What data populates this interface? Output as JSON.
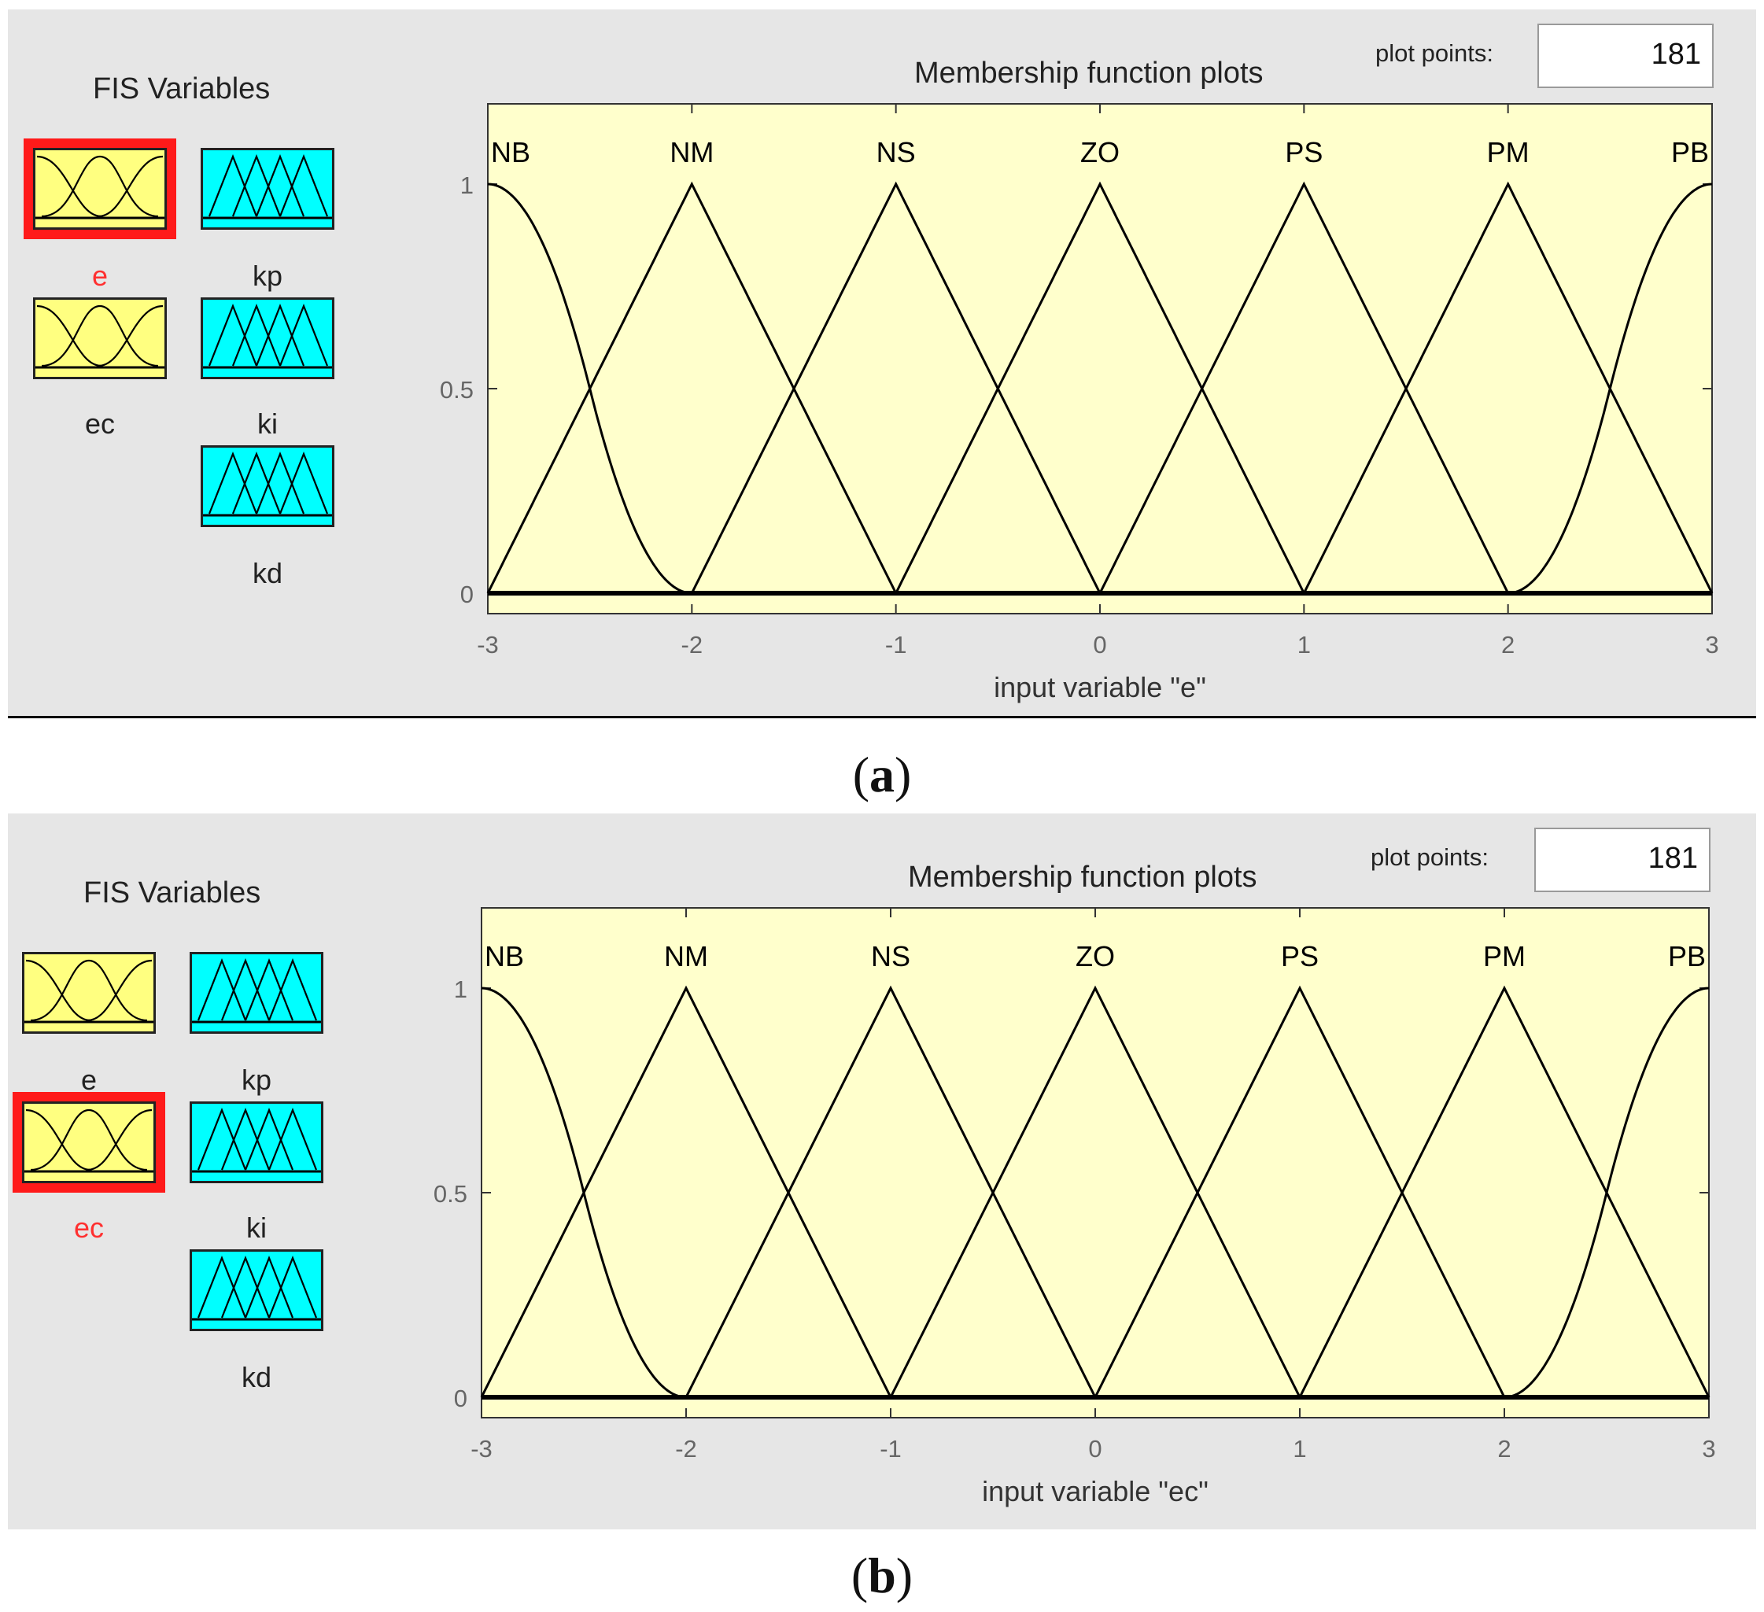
{
  "panels": [
    {
      "id": "a",
      "caption_open": "(",
      "caption_letter": "a",
      "caption_close": ")",
      "fis_title": "FIS Variables",
      "selected_variable": "e",
      "variables": [
        {
          "name": "e",
          "kind": "input"
        },
        {
          "name": "ec",
          "kind": "input"
        },
        {
          "name": "kp",
          "kind": "output"
        },
        {
          "name": "ki",
          "kind": "output"
        },
        {
          "name": "kd",
          "kind": "output"
        }
      ],
      "plot_points_label": "plot points:",
      "plot_points_value": "181",
      "plot_title": "Membership function plots"
    },
    {
      "id": "b",
      "caption_open": "(",
      "caption_letter": "b",
      "caption_close": ")",
      "fis_title": "FIS Variables",
      "selected_variable": "ec",
      "variables": [
        {
          "name": "e",
          "kind": "input"
        },
        {
          "name": "ec",
          "kind": "input"
        },
        {
          "name": "kp",
          "kind": "output"
        },
        {
          "name": "ki",
          "kind": "output"
        },
        {
          "name": "kd",
          "kind": "output"
        }
      ],
      "plot_points_label": "plot points:",
      "plot_points_value": "181",
      "plot_title": "Membership function plots"
    }
  ],
  "colors": {
    "panel_bg": "#e6e6e6",
    "plot_bg": "#ffffcc",
    "input_var": "#ffff80",
    "output_var": "#00ffff",
    "selected": "#ff1a1a",
    "selected_label": "#ff3030"
  },
  "chart_data": [
    {
      "type": "line",
      "title": "Membership function plots",
      "xlabel": "input variable \"e\"",
      "ylabel": "",
      "xlim": [
        -3,
        3
      ],
      "ylim": [
        0,
        1.2
      ],
      "x_ticks": [
        -3,
        -2,
        -1,
        0,
        1,
        2,
        3
      ],
      "y_ticks": [
        0,
        0.5,
        1
      ],
      "y_tick_labels": [
        "0",
        "0.5",
        "1"
      ],
      "grid": false,
      "series": [
        {
          "name": "NB",
          "shape": "zmf",
          "params": [
            -3,
            -2
          ]
        },
        {
          "name": "NM",
          "shape": "trimf",
          "params": [
            -3,
            -2,
            -1
          ]
        },
        {
          "name": "NS",
          "shape": "trimf",
          "params": [
            -2,
            -1,
            0
          ]
        },
        {
          "name": "ZO",
          "shape": "trimf",
          "params": [
            -1,
            0,
            1
          ]
        },
        {
          "name": "PS",
          "shape": "trimf",
          "params": [
            0,
            1,
            2
          ]
        },
        {
          "name": "PM",
          "shape": "trimf",
          "params": [
            1,
            2,
            3
          ]
        },
        {
          "name": "PB",
          "shape": "smf",
          "params": [
            2,
            3
          ]
        }
      ]
    },
    {
      "type": "line",
      "title": "Membership function plots",
      "xlabel": "input variable \"ec\"",
      "ylabel": "",
      "xlim": [
        -3,
        3
      ],
      "ylim": [
        0,
        1.2
      ],
      "x_ticks": [
        -3,
        -2,
        -1,
        0,
        1,
        2,
        3
      ],
      "y_ticks": [
        0,
        0.5,
        1
      ],
      "y_tick_labels": [
        "0",
        "0.5",
        "1"
      ],
      "grid": false,
      "series": [
        {
          "name": "NB",
          "shape": "zmf",
          "params": [
            -3,
            -2
          ]
        },
        {
          "name": "NM",
          "shape": "trimf",
          "params": [
            -3,
            -2,
            -1
          ]
        },
        {
          "name": "NS",
          "shape": "trimf",
          "params": [
            -2,
            -1,
            0
          ]
        },
        {
          "name": "ZO",
          "shape": "trimf",
          "params": [
            -1,
            0,
            1
          ]
        },
        {
          "name": "PS",
          "shape": "trimf",
          "params": [
            0,
            1,
            2
          ]
        },
        {
          "name": "PM",
          "shape": "trimf",
          "params": [
            1,
            2,
            3
          ]
        },
        {
          "name": "PB",
          "shape": "smf",
          "params": [
            2,
            3
          ]
        }
      ]
    }
  ]
}
